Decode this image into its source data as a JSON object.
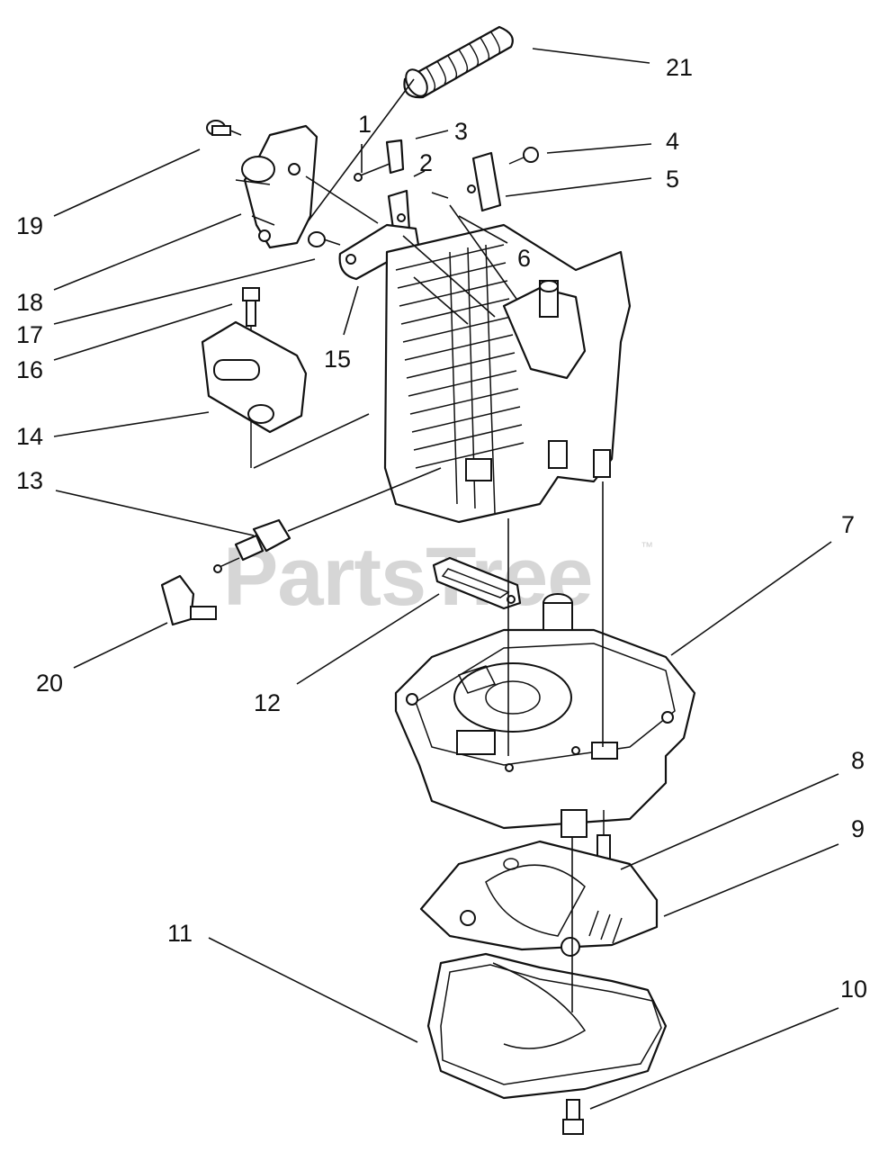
{
  "watermark": {
    "text": "PartsTree",
    "trademark": "™"
  },
  "callouts": [
    {
      "id": "1",
      "label": "1"
    },
    {
      "id": "2",
      "label": "2"
    },
    {
      "id": "3",
      "label": "3"
    },
    {
      "id": "4",
      "label": "4"
    },
    {
      "id": "5",
      "label": "5"
    },
    {
      "id": "6",
      "label": "6"
    },
    {
      "id": "7",
      "label": "7"
    },
    {
      "id": "8",
      "label": "8"
    },
    {
      "id": "9",
      "label": "9"
    },
    {
      "id": "10",
      "label": "10"
    },
    {
      "id": "11",
      "label": "11"
    },
    {
      "id": "12",
      "label": "12"
    },
    {
      "id": "13",
      "label": "13"
    },
    {
      "id": "14",
      "label": "14"
    },
    {
      "id": "15",
      "label": "15"
    },
    {
      "id": "16",
      "label": "16"
    },
    {
      "id": "17",
      "label": "17"
    },
    {
      "id": "18",
      "label": "18"
    },
    {
      "id": "19",
      "label": "19"
    },
    {
      "id": "20",
      "label": "20"
    },
    {
      "id": "21",
      "label": "21"
    }
  ],
  "colors": {
    "ink": "#111111",
    "watermark": "#d6d6d6",
    "background": "#ffffff"
  }
}
